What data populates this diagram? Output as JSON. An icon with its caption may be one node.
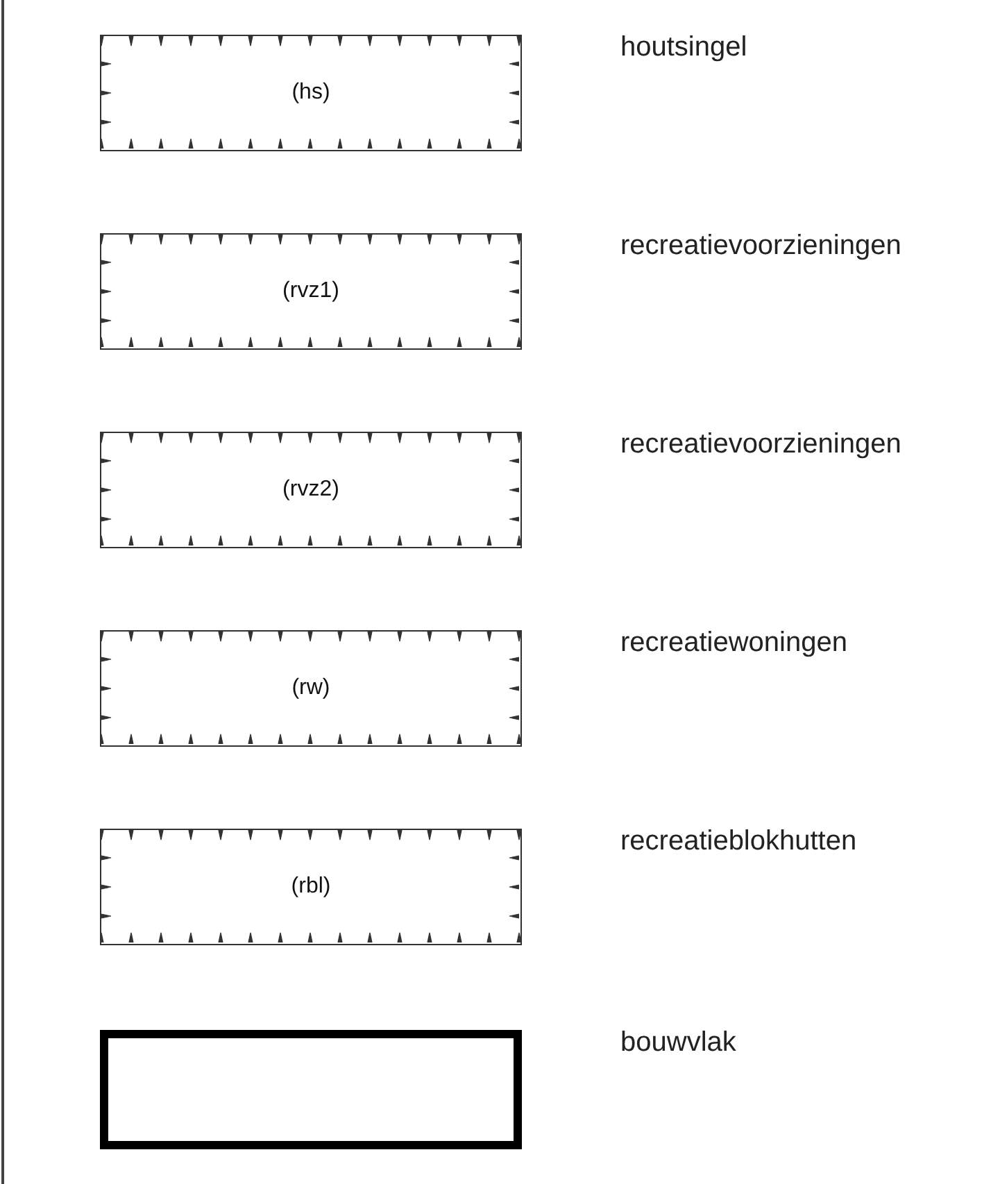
{
  "diagram": {
    "nodes": [
      {
        "text": [
          "(hs)"
        ],
        "beside": [
          "houtsingel"
        ]
      },
      {
        "text": [
          "(rvz1)"
        ],
        "beside": [
          "recreatievoorzieningen"
        ]
      },
      {
        "text": [
          "(rvz2)"
        ],
        "beside": [
          "recreatievoorzieningen"
        ]
      },
      {
        "text": [
          "(rw)"
        ],
        "beside": [
          "recreatiewoningen"
        ]
      },
      {
        "text": [
          "(rbl)"
        ],
        "beside": [
          "recreatieblokhutten"
        ]
      },
      {
        "text": [],
        "shape": "box",
        "beside": [
          "bouwvlak"
        ]
      }
    ]
  }
}
